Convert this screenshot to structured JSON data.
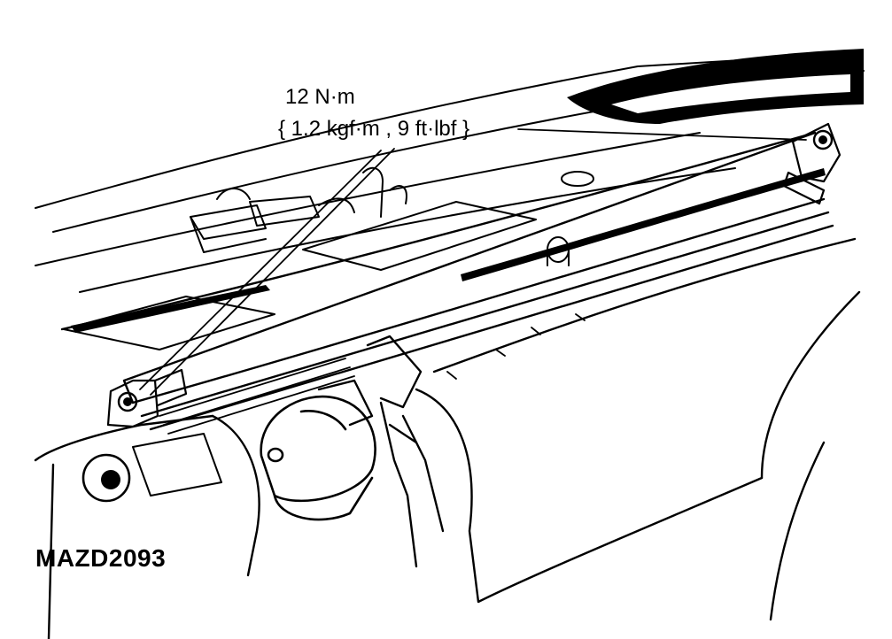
{
  "torque_spec": {
    "line1": "12 N·m",
    "line2": "{ 1.2 kgf·m , 9 ft·lbf }"
  },
  "figure_code": "MAZD2093",
  "colors": {
    "ink": "#000000",
    "paper": "#ffffff"
  }
}
